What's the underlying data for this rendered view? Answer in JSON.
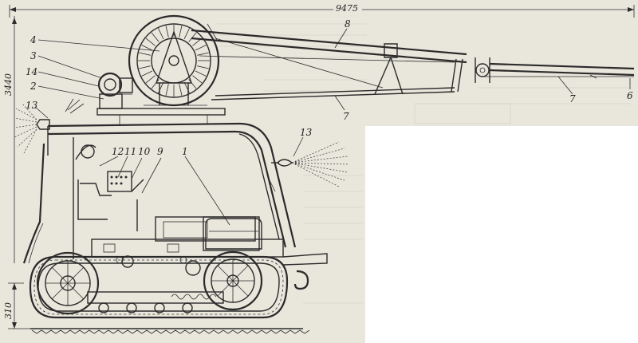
{
  "dimensions": {
    "overall_length": "9475",
    "height_left": "3440",
    "ground_clearance": "310"
  },
  "callouts": [
    {
      "id": "1",
      "label": "1"
    },
    {
      "id": "2",
      "label": "2"
    },
    {
      "id": "3",
      "label": "3"
    },
    {
      "id": "4",
      "label": "4"
    },
    {
      "id": "6",
      "label": "6"
    },
    {
      "id": "7a",
      "label": "7"
    },
    {
      "id": "7b",
      "label": "7"
    },
    {
      "id": "8",
      "label": "8"
    },
    {
      "id": "9",
      "label": "9"
    },
    {
      "id": "10",
      "label": "10"
    },
    {
      "id": "11",
      "label": "11"
    },
    {
      "id": "12",
      "label": "12"
    },
    {
      "id": "13a",
      "label": "13"
    },
    {
      "id": "13b",
      "label": "13"
    },
    {
      "id": "14",
      "label": "14"
    }
  ]
}
